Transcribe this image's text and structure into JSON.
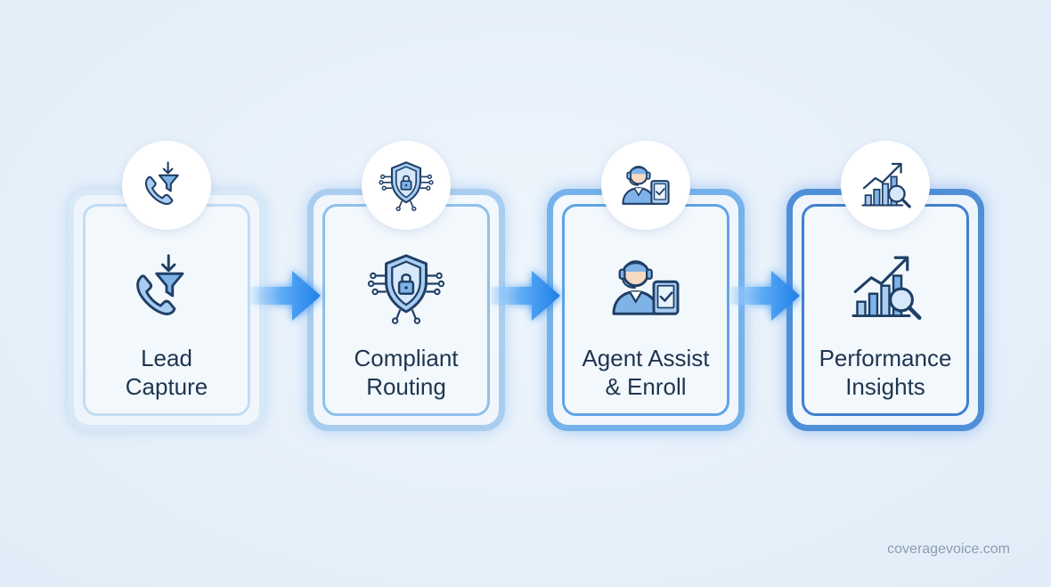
{
  "steps": [
    {
      "line1": "Lead",
      "line2": "Capture",
      "icon": "phone-funnel-icon"
    },
    {
      "line1": "Compliant",
      "line2": "Routing",
      "icon": "shield-lock-icon"
    },
    {
      "line1": "Agent Assist",
      "line2": "& Enroll",
      "icon": "agent-tablet-icon"
    },
    {
      "line1": "Performance",
      "line2": "Insights",
      "icon": "chart-magnifier-icon"
    }
  ],
  "colors": {
    "accent": "#2f86e6",
    "icon_stroke": "#1f3f66",
    "icon_fill": "#8cbcec",
    "text": "#1e3550"
  },
  "footer": {
    "domain": "coveragevoice.com"
  }
}
